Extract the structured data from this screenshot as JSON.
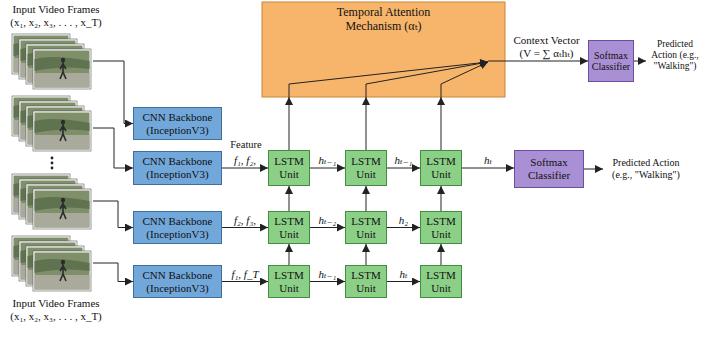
{
  "diagram": {
    "nodes": [
      {
        "text": [
          "Temporal Attention Mechanism (αₜ)"
        ]
      },
      {
        "text": [
          "Softmax Classifier"
        ]
      },
      {
        "text": [
          "CNN Backbone (InceptionV3)"
        ]
      },
      {
        "text": [
          "CNN Backbone (InceptionV3)"
        ]
      },
      {
        "text": [
          "LSTM Unit"
        ]
      },
      {
        "text": [
          "LSTM Unit"
        ]
      },
      {
        "text": [
          "LSTM Unit"
        ]
      },
      {
        "text": [
          "Softmax Classifier"
        ]
      },
      {
        "text": [
          "CNN Backbone (InceptionV3)"
        ]
      },
      {
        "text": [
          "LSTM Unit"
        ]
      },
      {
        "text": [
          "LSTM Unit"
        ]
      },
      {
        "text": [
          "LSTM Unit"
        ]
      },
      {
        "text": [
          "CNN Backbone (InceptionV3)"
        ]
      },
      {
        "text": [
          "LSTM Unit"
        ]
      },
      {
        "text": [
          "LSTM Unit"
        ]
      },
      {
        "text": [
          "LSTM Unit"
        ]
      }
    ],
    "edges": [
      {
        "from": 3,
        "to": 4,
        "arrow": "to",
        "label": "f₁, f₂,"
      },
      {
        "from": 4,
        "to": 5,
        "arrow": "to",
        "label": "hₜ₋₁"
      },
      {
        "from": 5,
        "to": 6,
        "arrow": "to",
        "label": "hₜ₋₁"
      },
      {
        "from": 6,
        "to": 7,
        "arrow": "to",
        "label": "hₜ"
      },
      {
        "from": 8,
        "to": 9,
        "arrow": "to",
        "label": "f₂, f₃,"
      },
      {
        "from": 9,
        "to": 10,
        "arrow": "to",
        "label": "hₜ₋₂"
      },
      {
        "from": 10,
        "to": 11,
        "arrow": "to",
        "label": "h₂"
      },
      {
        "from": 12,
        "to": 13,
        "arrow": "to",
        "label": "f₁, f_T"
      },
      {
        "from": 13,
        "to": 14,
        "arrow": "to",
        "label": "hₜ₋₁"
      },
      {
        "from": 14,
        "to": 15,
        "arrow": "to",
        "label": "hₜ"
      },
      {
        "from": 13,
        "to": 9,
        "arrow": "to"
      },
      {
        "from": 14,
        "to": 10,
        "arrow": "to"
      },
      {
        "from": 15,
        "to": 11,
        "arrow": "to"
      },
      {
        "from": 9,
        "to": 4,
        "arrow": "to"
      },
      {
        "from": 10,
        "to": 5,
        "arrow": "to"
      },
      {
        "from": 11,
        "to": 6,
        "arrow": "to"
      },
      {
        "from": 4,
        "to": 0,
        "arrow": "to"
      },
      {
        "from": 5,
        "to": 0,
        "arrow": "to"
      },
      {
        "from": 6,
        "to": 0,
        "arrow": "to"
      },
      {
        "from": 0,
        "to": 1,
        "arrow": "to",
        "label": "Context Vector (V = ∑ αₜhₜ)"
      }
    ],
    "labels": [
      "Input Video Frames",
      "(x₁, x₂, x₃, . . . , x_T)",
      "Predicted Action (e.g., \"Walking\")",
      "Feature",
      "Predicted Action (e.g., \"Walking\")",
      "Input Video Frames",
      "(x₁, x₂, x₃, . . . , x_T)"
    ]
  }
}
